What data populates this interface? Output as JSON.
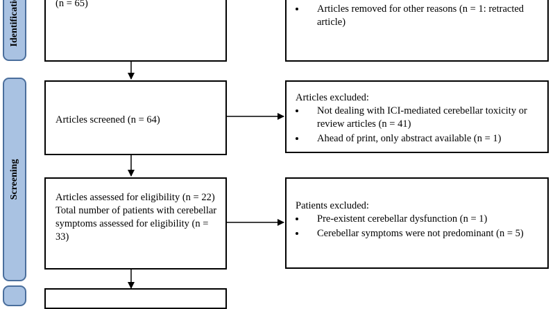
{
  "stages": {
    "identification": "Identification",
    "screening": "Screening"
  },
  "identified_box": {
    "text": "(n = 65)"
  },
  "removed_box": {
    "items": [
      "Articles removed for other reasons (n = 1: retracted article)"
    ]
  },
  "screened_box": {
    "text": "Articles screened (n = 64)"
  },
  "excluded_articles_box": {
    "title": "Articles excluded:",
    "items": [
      "Not dealing with ICI-mediated cerebellar toxicity or review articles (n = 41)",
      "Ahead of print, only abstract available (n = 1)"
    ]
  },
  "eligibility_box": {
    "lines": [
      "Articles assessed for eligibility (n = 22)",
      "Total number of patients with cerebellar symptoms assessed for eligibility (n = 33)"
    ]
  },
  "excluded_patients_box": {
    "title": "Patients excluded:",
    "items": [
      "Pre-existent cerebellar dysfunction (n = 1)",
      "Cerebellar symptoms were not predominant (n = 5)"
    ]
  }
}
